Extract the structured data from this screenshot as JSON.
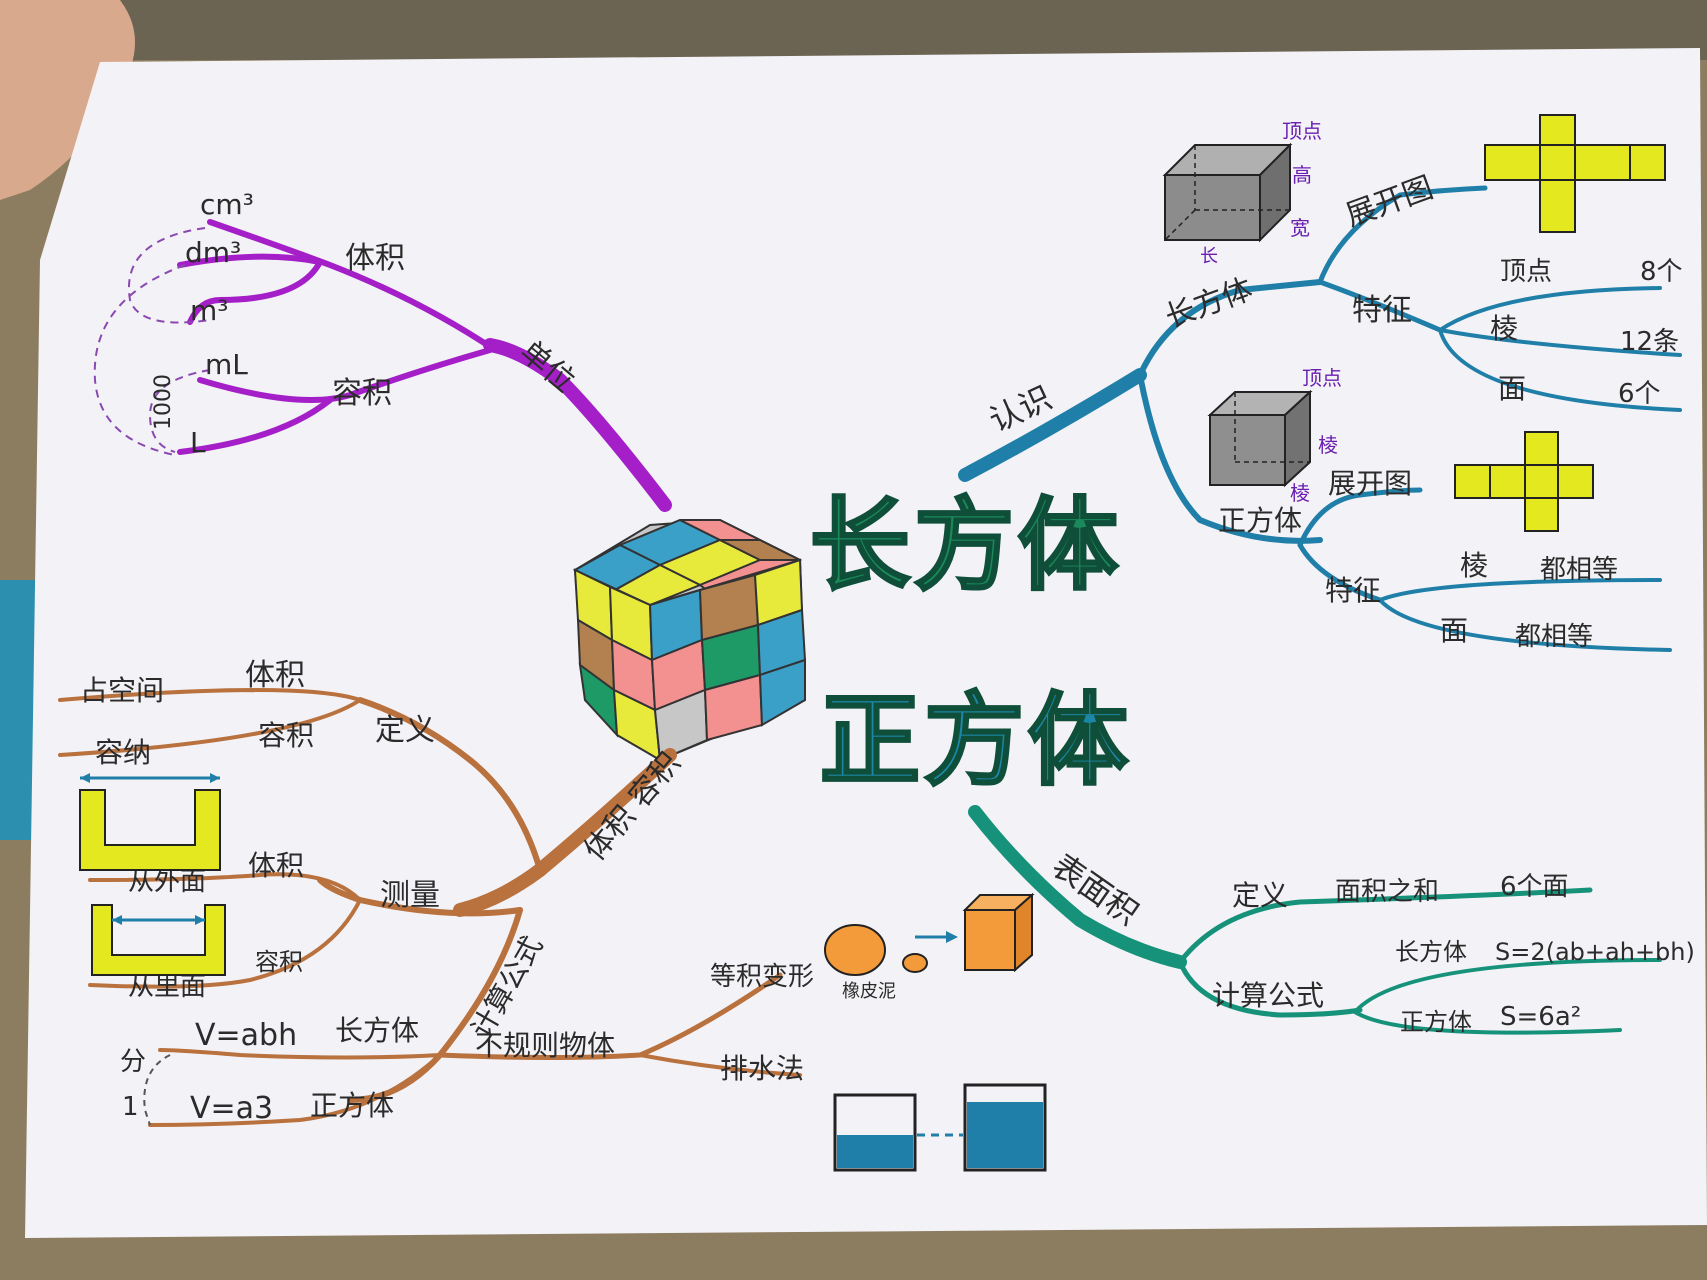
{
  "title": {
    "cuboid": "长方体",
    "cube": "正方体"
  },
  "units": {
    "branch": "单位",
    "volume": "体积",
    "capacity": "容积",
    "cm3": "cm³",
    "dm3": "dm³",
    "m3": "m³",
    "ml": "mL",
    "l": "L",
    "rate": "1000"
  },
  "recognize": {
    "branch": "认识",
    "cuboid": {
      "label": "长方体",
      "net": "展开图",
      "features": "特征",
      "vertex": "顶点",
      "vertex_count": "8个",
      "edge": "棱",
      "edge_count": "12条",
      "face": "面",
      "face_count": "6个",
      "drawing_labels": [
        "顶点",
        "高",
        "宽",
        "长"
      ]
    },
    "cube": {
      "label": "正方体",
      "net": "展开图",
      "features": "特征",
      "edge": "棱",
      "edge_desc": "都相等",
      "face": "面",
      "face_desc": "都相等",
      "drawing_labels": [
        "顶点",
        "棱",
        "棱"
      ]
    }
  },
  "volume_capacity": {
    "branch": "体积 容积",
    "definition": "定义",
    "def_volume": "体积",
    "def_volume_desc": "占空间",
    "def_capacity": "容积",
    "def_capacity_desc": "容纳",
    "measure": "测量",
    "measure_volume": "体积",
    "measure_volume_desc": "从外面",
    "measure_capacity": "容积",
    "measure_capacity_desc": "从里面",
    "formula": "计算公式",
    "cuboid_formula": "V=abh",
    "cuboid_name": "长方体",
    "cube_formula": "V=a3",
    "cube_name": "正方体",
    "irregular": "不规则物体",
    "method_dig": "等积变形",
    "method_drain": "排水法",
    "clay_label": "橡皮泥",
    "formula_side": "分",
    "formula_side2": "1"
  },
  "surface": {
    "branch": "表面积",
    "definition": "定义",
    "def_desc": "面积之和",
    "def_count": "6个面",
    "formula": "计算公式",
    "cuboid_name": "长方体",
    "cuboid_formula": "S=2(ab+ah+bh)",
    "cube_name": "正方体",
    "cube_formula": "S=6a²"
  },
  "colors": {
    "purple": "#a41fc7",
    "blue": "#1f7fa8",
    "brown": "#b9713e",
    "teal": "#159279",
    "green_title": "#1a8a5a",
    "yellow": "#e6ea1f",
    "paper": "#f4f3f6"
  }
}
